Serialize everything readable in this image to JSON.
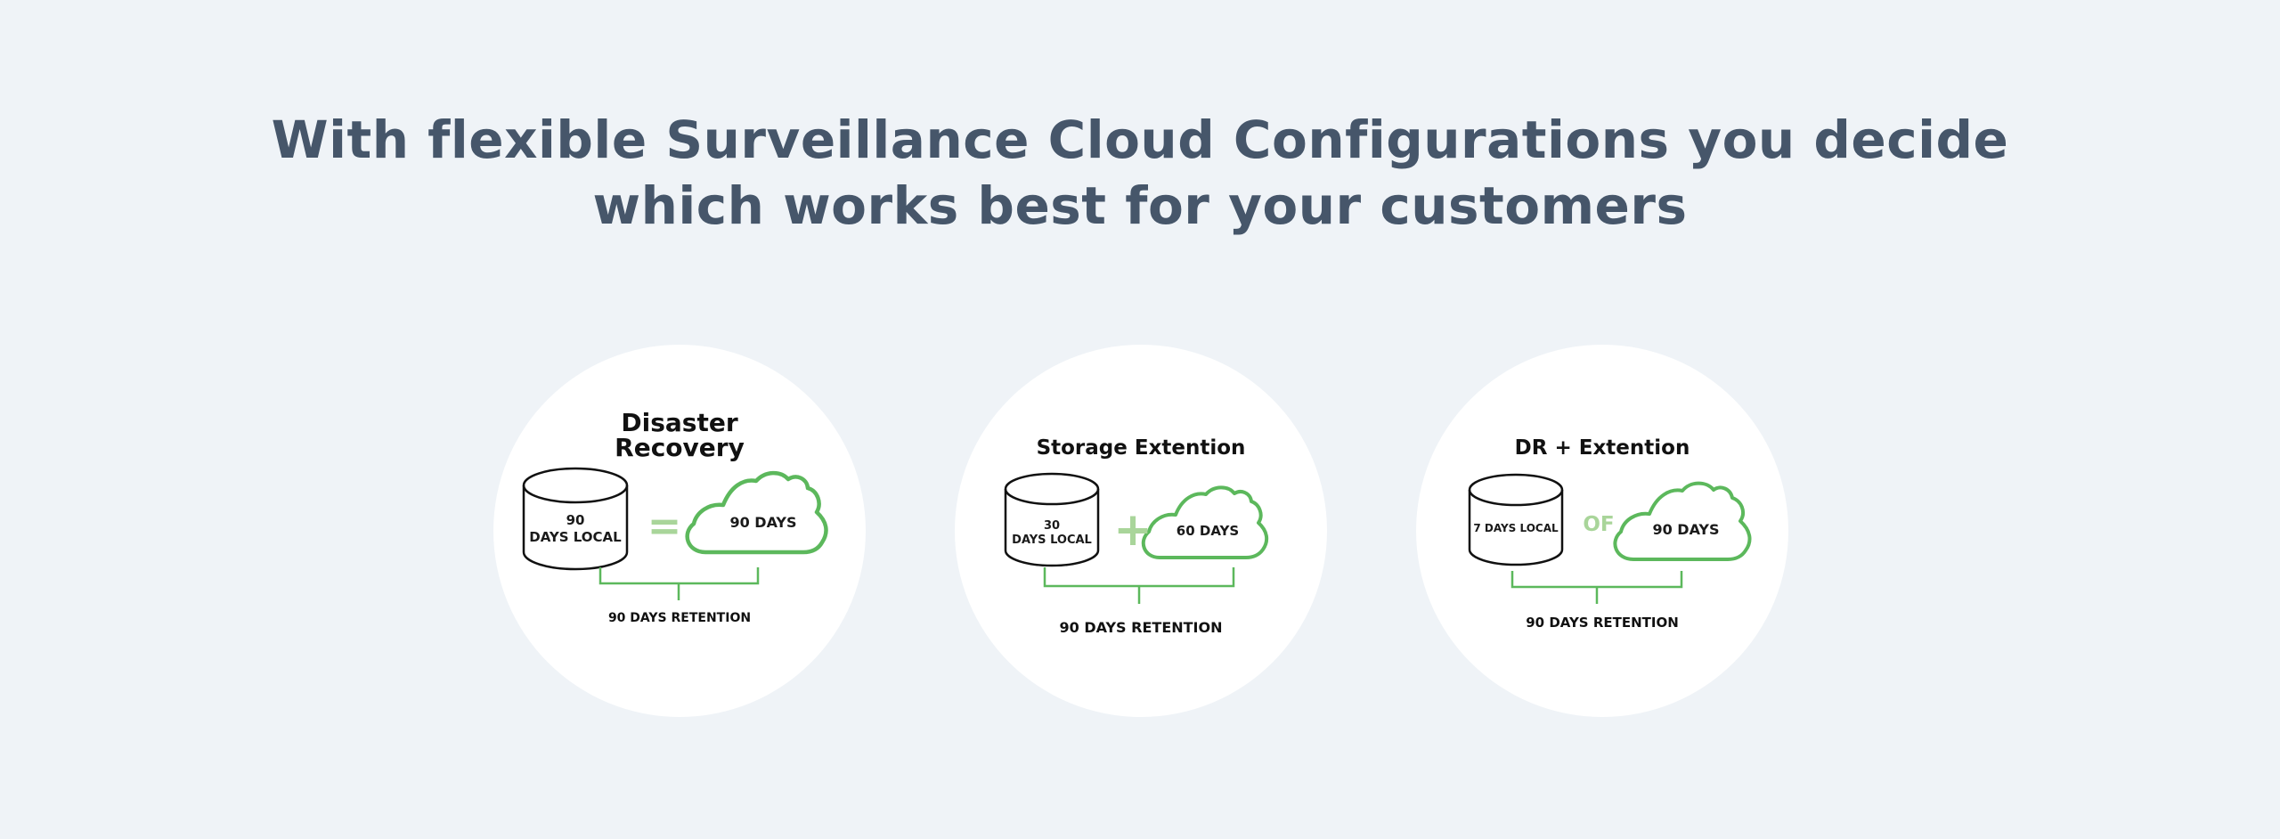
{
  "headline": {
    "line1": "With flexible Surveillance Cloud Configurations you decide",
    "line2": "which works best for your customers"
  },
  "colors": {
    "background": "#eff3f7",
    "headline": "#46566a",
    "accent_green": "#5cb85c",
    "operator_green": "#a9d59a",
    "card": "#ffffff"
  },
  "cards": [
    {
      "title_line1": "Disaster",
      "title_line2": "Recovery",
      "local_line1": "90",
      "local_line2": "DAYS LOCAL",
      "operator": "=",
      "cloud_label": "90 DAYS",
      "retention": "90 DAYS RETENTION",
      "icons": [
        "database-cylinder-icon",
        "cloud-icon"
      ]
    },
    {
      "title": "Storage Extention",
      "local_line1": "30",
      "local_line2": "DAYS LOCAL",
      "operator": "+",
      "cloud_label": "60 DAYS",
      "retention": "90 DAYS RETENTION",
      "icons": [
        "database-cylinder-icon",
        "cloud-icon"
      ]
    },
    {
      "title": "DR + Extention",
      "local_line1": "7 DAYS LOCAL",
      "operator": "OF",
      "cloud_label": "90 DAYS",
      "retention": "90 DAYS RETENTION",
      "icons": [
        "database-cylinder-icon",
        "cloud-icon"
      ]
    }
  ]
}
